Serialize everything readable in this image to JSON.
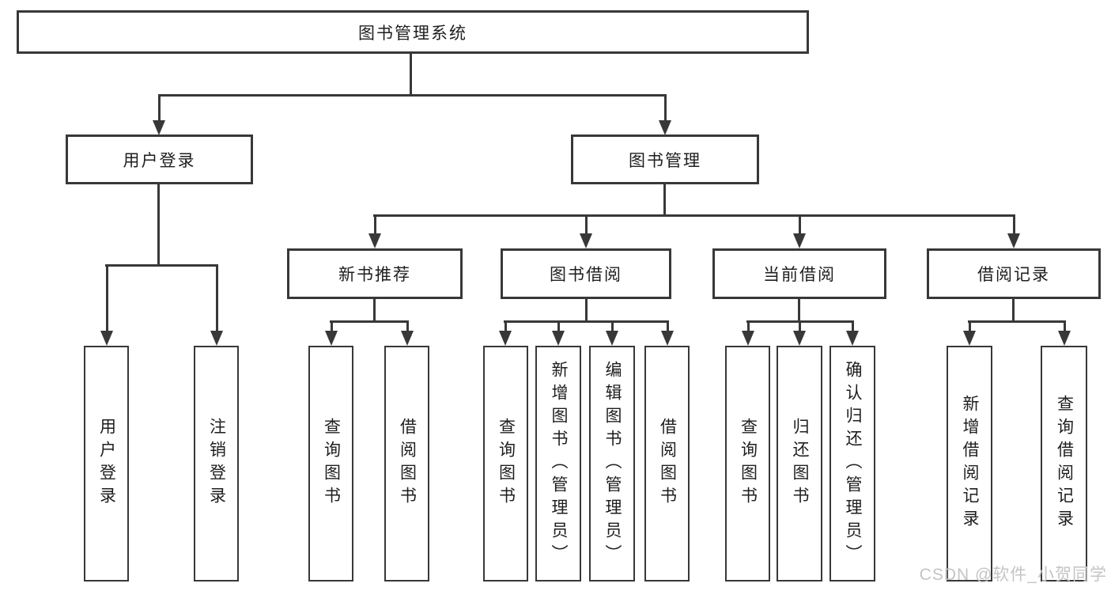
{
  "diagram": {
    "tree": {
      "label": "图书管理系统",
      "children": [
        {
          "label": "用户登录",
          "children": [
            {
              "label": "用户登录"
            },
            {
              "label": "注销登录"
            }
          ]
        },
        {
          "label": "图书管理",
          "children": [
            {
              "label": "新书推荐",
              "children": [
                {
                  "label": "查询图书"
                },
                {
                  "label": "借阅图书"
                }
              ]
            },
            {
              "label": "图书借阅",
              "children": [
                {
                  "label": "查询图书"
                },
                {
                  "label": "新增图书（管理员）"
                },
                {
                  "label": "编辑图书（管理员）"
                },
                {
                  "label": "借阅图书"
                }
              ]
            },
            {
              "label": "当前借阅",
              "children": [
                {
                  "label": "查询图书"
                },
                {
                  "label": "归还图书"
                },
                {
                  "label": "确认归还（管理员）"
                }
              ]
            },
            {
              "label": "借阅记录",
              "children": [
                {
                  "label": "新增借阅记录"
                },
                {
                  "label": "查询借阅记录"
                }
              ]
            }
          ]
        }
      ]
    },
    "colors": {
      "line": "#383838",
      "text": "#1e1e1e",
      "background": "#ffffff",
      "watermark": "#c4c4c4"
    }
  },
  "watermark": {
    "text": "CSDN @软件_小贺同学"
  }
}
